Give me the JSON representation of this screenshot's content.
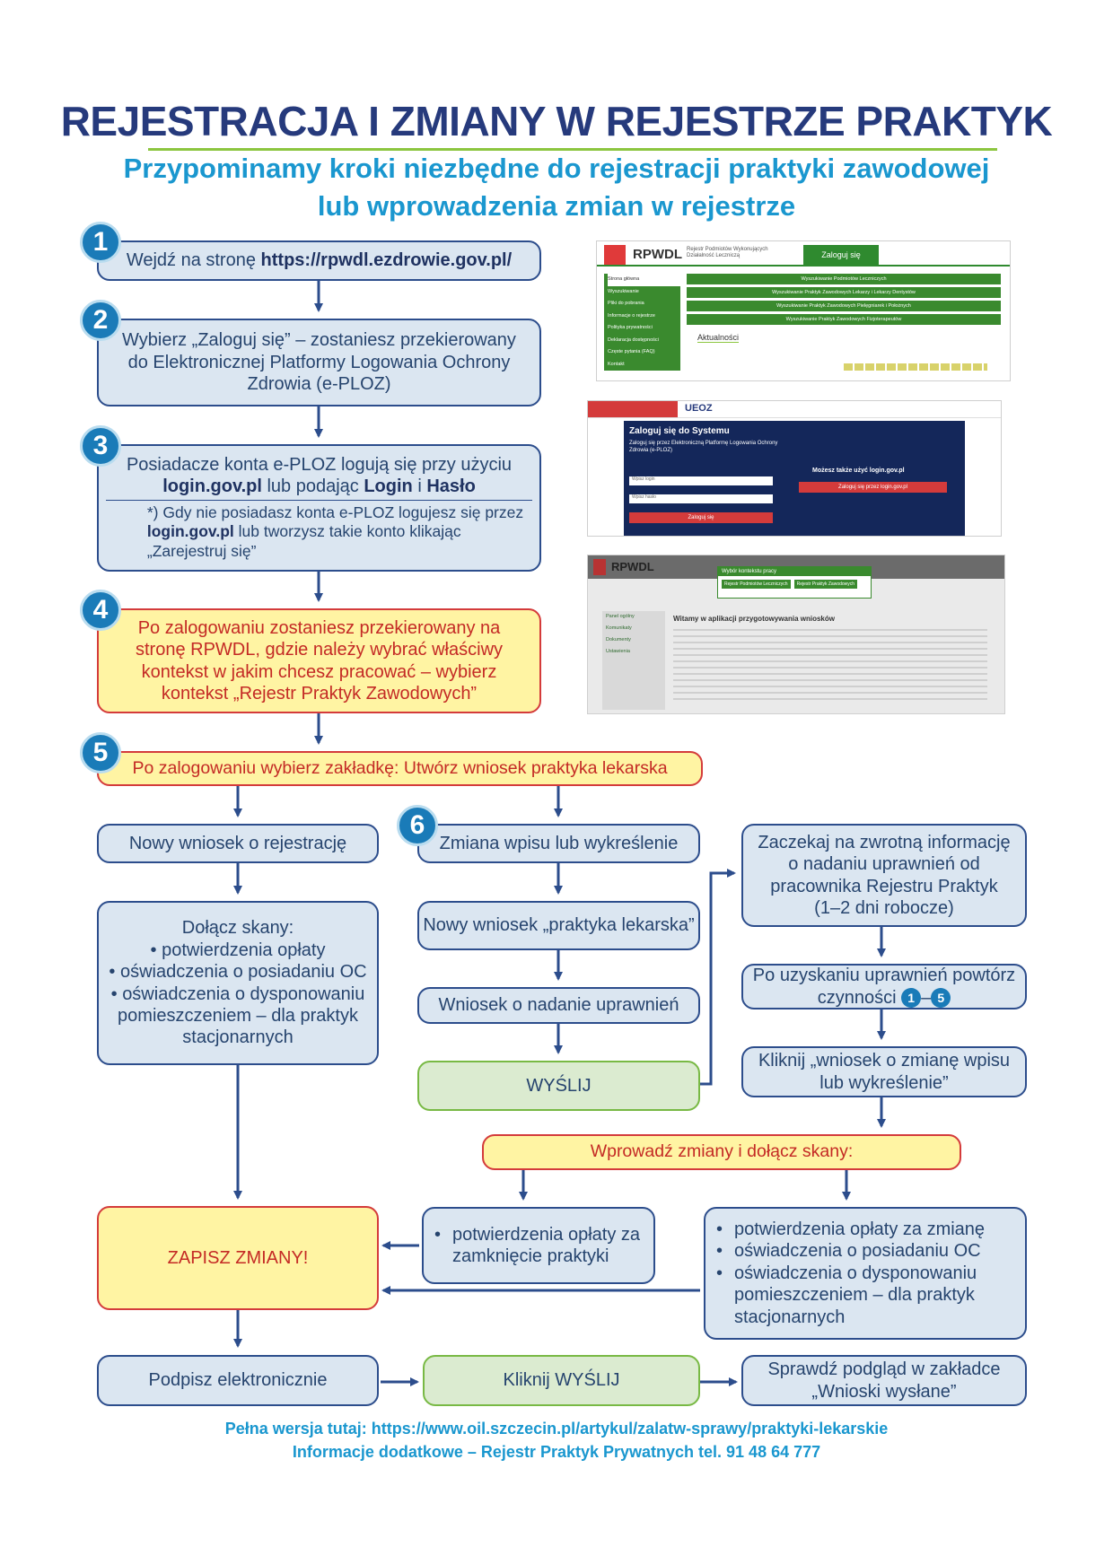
{
  "header": {
    "title": "REJESTRACJA I ZMIANY W REJESTRZE PRAKTYK",
    "subtitle_line1": "Przypominamy kroki niezbędne do rejestracji praktyki zawodowej",
    "subtitle_line2": "lub wprowadzenia zmian w rejestrze"
  },
  "steps": {
    "s1": {
      "num": "1",
      "text": "Wejdź na stronę ",
      "url": "https://rpwdl.ezdrowie.gov.pl/"
    },
    "s2": {
      "num": "2",
      "text": "Wybierz „Zaloguj się” – zostaniesz przekierowany do Elektronicznej Platformy Logowania Ochrony Zdrowia (e-PLOZ)"
    },
    "s3": {
      "num": "3",
      "line1": "Posiadacze konta e-PLOZ logują się przy użyciu",
      "login": "login.gov.pl",
      "mid": " lub podając ",
      "login2": "Login",
      "and": " i ",
      "password": "Hasło",
      "note_pre": "*) Gdy nie posiadasz konta e-PLOZ logujesz się przez",
      "note_login": "login.gov.pl",
      "note_mid": " lub tworzysz takie konto klikając",
      "note_end": "„Zarejestruj się”"
    },
    "s4": {
      "num": "4",
      "text": "Po zalogowaniu zostaniesz przekierowany na stronę RPWDL, gdzie należy wybrać właściwy kontekst w jakim chcesz pracować – wybierz kontekst „Rejestr Praktyk Zawodowych”"
    },
    "s5": {
      "num": "5",
      "text": "Po zalogowaniu wybierz zakładkę: Utwórz wniosek praktyka lekarska"
    },
    "s6": {
      "num": "6"
    }
  },
  "left_branch": {
    "new_registration": "Nowy wniosek o rejestrację",
    "attach_title": "Dołącz skany:",
    "attach_items": [
      "potwierdzenia opłaty",
      "oświadczenia o posiadaniu OC",
      "oświadczenia o dysponowaniu pomieszczeniem – dla praktyk stacjonarnych"
    ]
  },
  "middle_branch": {
    "change": "Zmiana wpisu lub wykreślenie",
    "new_form": "Nowy wniosek „praktyka lekarska”",
    "permission": "Wniosek o nadanie uprawnień",
    "send": "WYŚLIJ"
  },
  "right_branch": {
    "wait": "Zaczekaj na zwrotną informację o nadaniu uprawnień od pracownika Rejestru Praktyk (1–2 dni robocze)",
    "repeat_pre": "Po uzyskaniu uprawnień powtórz czynności",
    "repeat_from": "1",
    "repeat_dash": "–",
    "repeat_to": "5",
    "click_change": "Kliknij „wniosek o zmianę wpisu lub wykreślenie”"
  },
  "changes": {
    "enter": "Wprowadź zmiany i dołącz skany:",
    "close_items": [
      "potwierdzenia opłaty za zamknięcie praktyki"
    ],
    "change_items": [
      "potwierdzenia opłaty za zmianę",
      "oświadczenia o posiadaniu OC",
      "oświadczenia o dysponowaniu pomieszczeniem – dla praktyk stacjonarnych"
    ]
  },
  "final": {
    "save": "ZAPISZ ZMIANY!",
    "sign": "Podpisz elektronicznie",
    "click_send": "Kliknij WYŚLIJ",
    "check": "Sprawdź podgląd w zakładce „Wnioski wysłane”"
  },
  "screens": {
    "rpwdl": {
      "logo": "RPWDL",
      "logo_sub": "Rejestr Podmiotów Wykonujących Działalność Leczniczą",
      "login_btn": "Zaloguj się",
      "menu": [
        "Strona główna",
        "Wyszukiwanie",
        "Pliki do pobrania",
        "Informacje o rejestrze",
        "Polityka prywatności",
        "Deklaracja dostępności",
        "Częste pytania (FAQ)",
        "Kontakt"
      ],
      "bars": [
        "Wyszukiwanie Podmiotów Leczniczych",
        "Wyszukiwanie Praktyk Zawodowych Lekarzy i Lekarzy Dentystów",
        "Wyszukiwanie Praktyk Zawodowych Pielęgniarek i Położnych",
        "Wyszukiwanie Praktyk Zawodowych Fizjoterapeutów"
      ],
      "news": "Aktualności"
    },
    "eploz": {
      "logo": "UEOZ",
      "heading": "Zaloguj się do Systemu",
      "desc": "Zaloguj się przez Elektroniczną Platformę Logowania Ochrony Zdrowia (e-PLOZ)",
      "field1": "Wpisz login",
      "field2": "Wpisz hasło",
      "login_btn": "Zaloguj się",
      "right_q": "Możesz także użyć login.gov.pl",
      "right_btn": "Zaloguj się przez login.gov.pl"
    },
    "context": {
      "logo": "RPWDL",
      "popup_title": "Wybór kontekstu pracy",
      "ctx1": "Rejestr Podmiotów Leczniczych",
      "ctx2": "Rejestr Praktyk Zawodowych",
      "welcome": "Witamy w aplikacji przygotowywania wniosków",
      "side1": "Panel ogólny",
      "side2": "Komunikaty",
      "side3": "Dokumenty",
      "side4": "Ustawienia"
    }
  },
  "footer": {
    "line1": "Pełna wersja tutaj: https://www.oil.szczecin.pl/artykul/zalatw-sprawy/praktyki-lekarskie",
    "line2": "Informacje dodatkowe – Rejestr Praktyk Prywatnych tel. 91 48 64 777"
  },
  "colors": {
    "navy": "#263a7c",
    "cyan": "#1a97cf",
    "box_blue": "#dbe6f1",
    "box_yellow": "#fff4a3",
    "box_green": "#dbebd0",
    "arrow": "#2c4d8c",
    "red": "#d43b3b"
  }
}
